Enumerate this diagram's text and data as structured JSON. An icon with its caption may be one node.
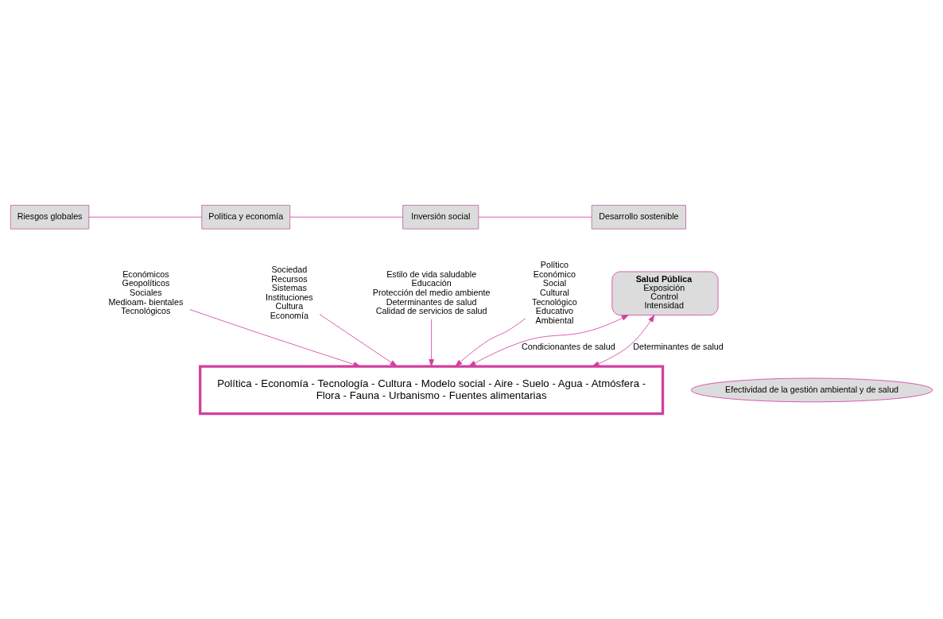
{
  "diagram": {
    "nodes": [
      {
        "text": [
          "Riesgos globales"
        ]
      },
      {
        "text": [
          "Política y economía"
        ]
      },
      {
        "text": [
          "Inversión social"
        ]
      },
      {
        "text": [
          "Desarrollo sostenible"
        ]
      },
      {
        "text": [
          "Económicos",
          "Geopolíticos",
          "Sociales",
          "Medioam- bientales",
          "Tecnológicos"
        ]
      },
      {
        "text": [
          "Sociedad",
          "Recursos",
          "Sistemas",
          "Instituciones",
          "Cultura",
          "Economía"
        ]
      },
      {
        "text": [
          "Estilo de vida saludable",
          "Educación",
          "Protección del medio ambiente",
          "Determinantes de salud",
          "Calidad de servicios de salud"
        ]
      },
      {
        "text": [
          "Político",
          "Económico",
          "Social",
          "Cultural",
          "Tecnológico",
          "Educativo",
          "Ambiental"
        ]
      },
      {
        "text": [
          "Política - Economía - Tecnología - Cultura - Modelo social - Aire - Suelo - Agua - Atmósfera - Flora - Fauna - Urbanismo - Fuentes alimentarias"
        ]
      },
      {
        "text": [
          "Salud Pública",
          "Exposición",
          "Control",
          "Intensidad"
        ]
      },
      {
        "text": [
          "Efectividad de la gestión ambiental y de salud"
        ]
      }
    ],
    "edges": [
      {
        "from": 0,
        "to": 1,
        "arrow": "none"
      },
      {
        "from": 1,
        "to": 2,
        "arrow": "none"
      },
      {
        "from": 2,
        "to": 3,
        "arrow": "none"
      },
      {
        "from": 4,
        "to": 8,
        "arrow": "to"
      },
      {
        "from": 5,
        "to": 8,
        "arrow": "to"
      },
      {
        "from": 6,
        "to": 8,
        "arrow": "to"
      },
      {
        "from": 7,
        "to": 8,
        "arrow": "to"
      },
      {
        "from": 9,
        "to": 8,
        "arrow": "both",
        "label": "Condicionantes de salud"
      },
      {
        "from": 9,
        "to": 8,
        "arrow": "both",
        "label": "Determinantes de salud"
      }
    ]
  }
}
